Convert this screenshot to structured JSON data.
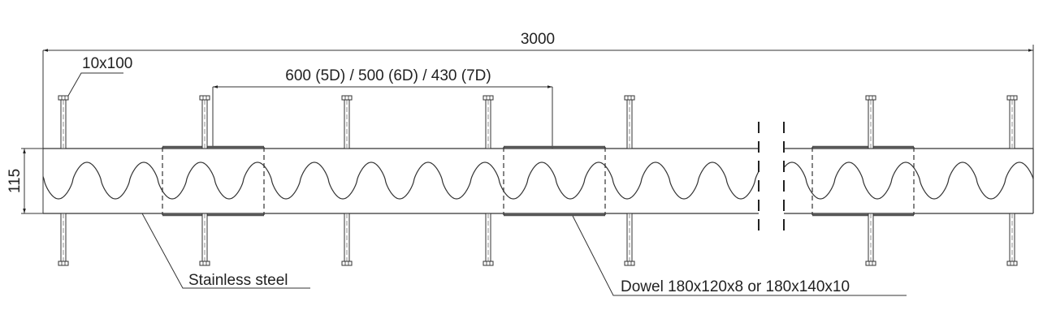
{
  "labels": {
    "overall_length": "3000",
    "spacing": "600 (5D) / 500 (6D) / 430 (7D)",
    "height": "115",
    "bolt": "10x100",
    "material": "Stainless steel",
    "dowel": "Dowel  180x120x8 or 180x140x10"
  },
  "bolt_count": 7,
  "dowel_count": 3,
  "colors": {
    "line": "#333333",
    "background": "#ffffff"
  }
}
